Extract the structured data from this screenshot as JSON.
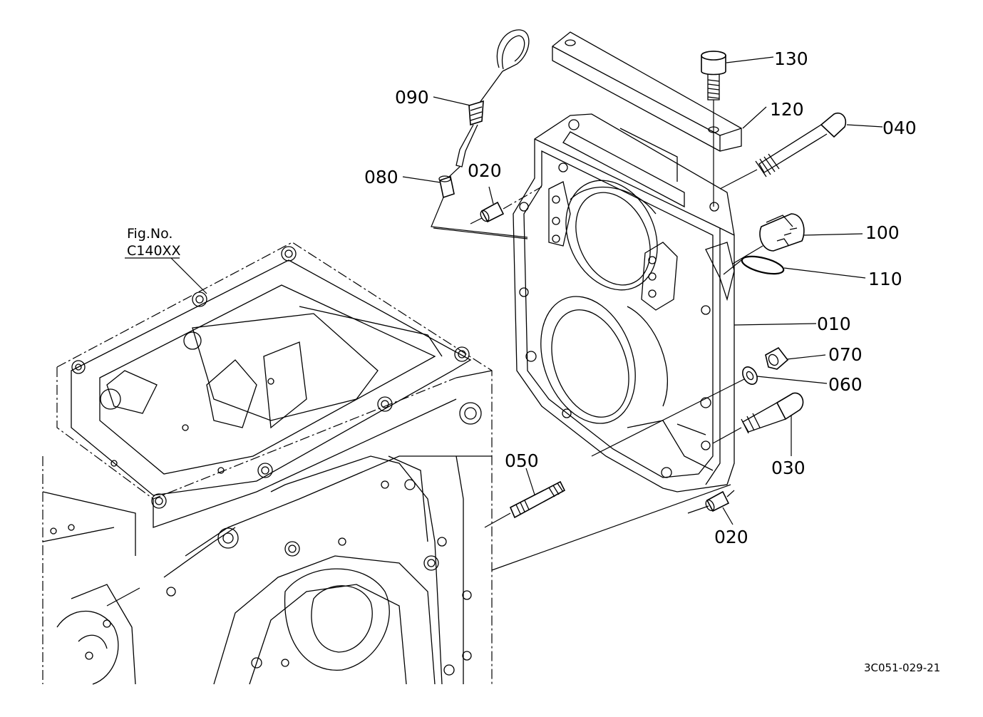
{
  "figure": {
    "reference": {
      "line1": "Fig.No.",
      "line2": "C140XX"
    },
    "drawing_code": "3C051-029-21"
  },
  "callouts": [
    {
      "id": "p130",
      "label": "130"
    },
    {
      "id": "p120",
      "label": "120"
    },
    {
      "id": "p040",
      "label": "040"
    },
    {
      "id": "p090",
      "label": "090"
    },
    {
      "id": "p080",
      "label": "080"
    },
    {
      "id": "p020a",
      "label": "020"
    },
    {
      "id": "p100",
      "label": "100"
    },
    {
      "id": "p110",
      "label": "110"
    },
    {
      "id": "p010",
      "label": "010"
    },
    {
      "id": "p070",
      "label": "070"
    },
    {
      "id": "p060",
      "label": "060"
    },
    {
      "id": "p050",
      "label": "050"
    },
    {
      "id": "p030",
      "label": "030"
    },
    {
      "id": "p020b",
      "label": "020"
    }
  ]
}
